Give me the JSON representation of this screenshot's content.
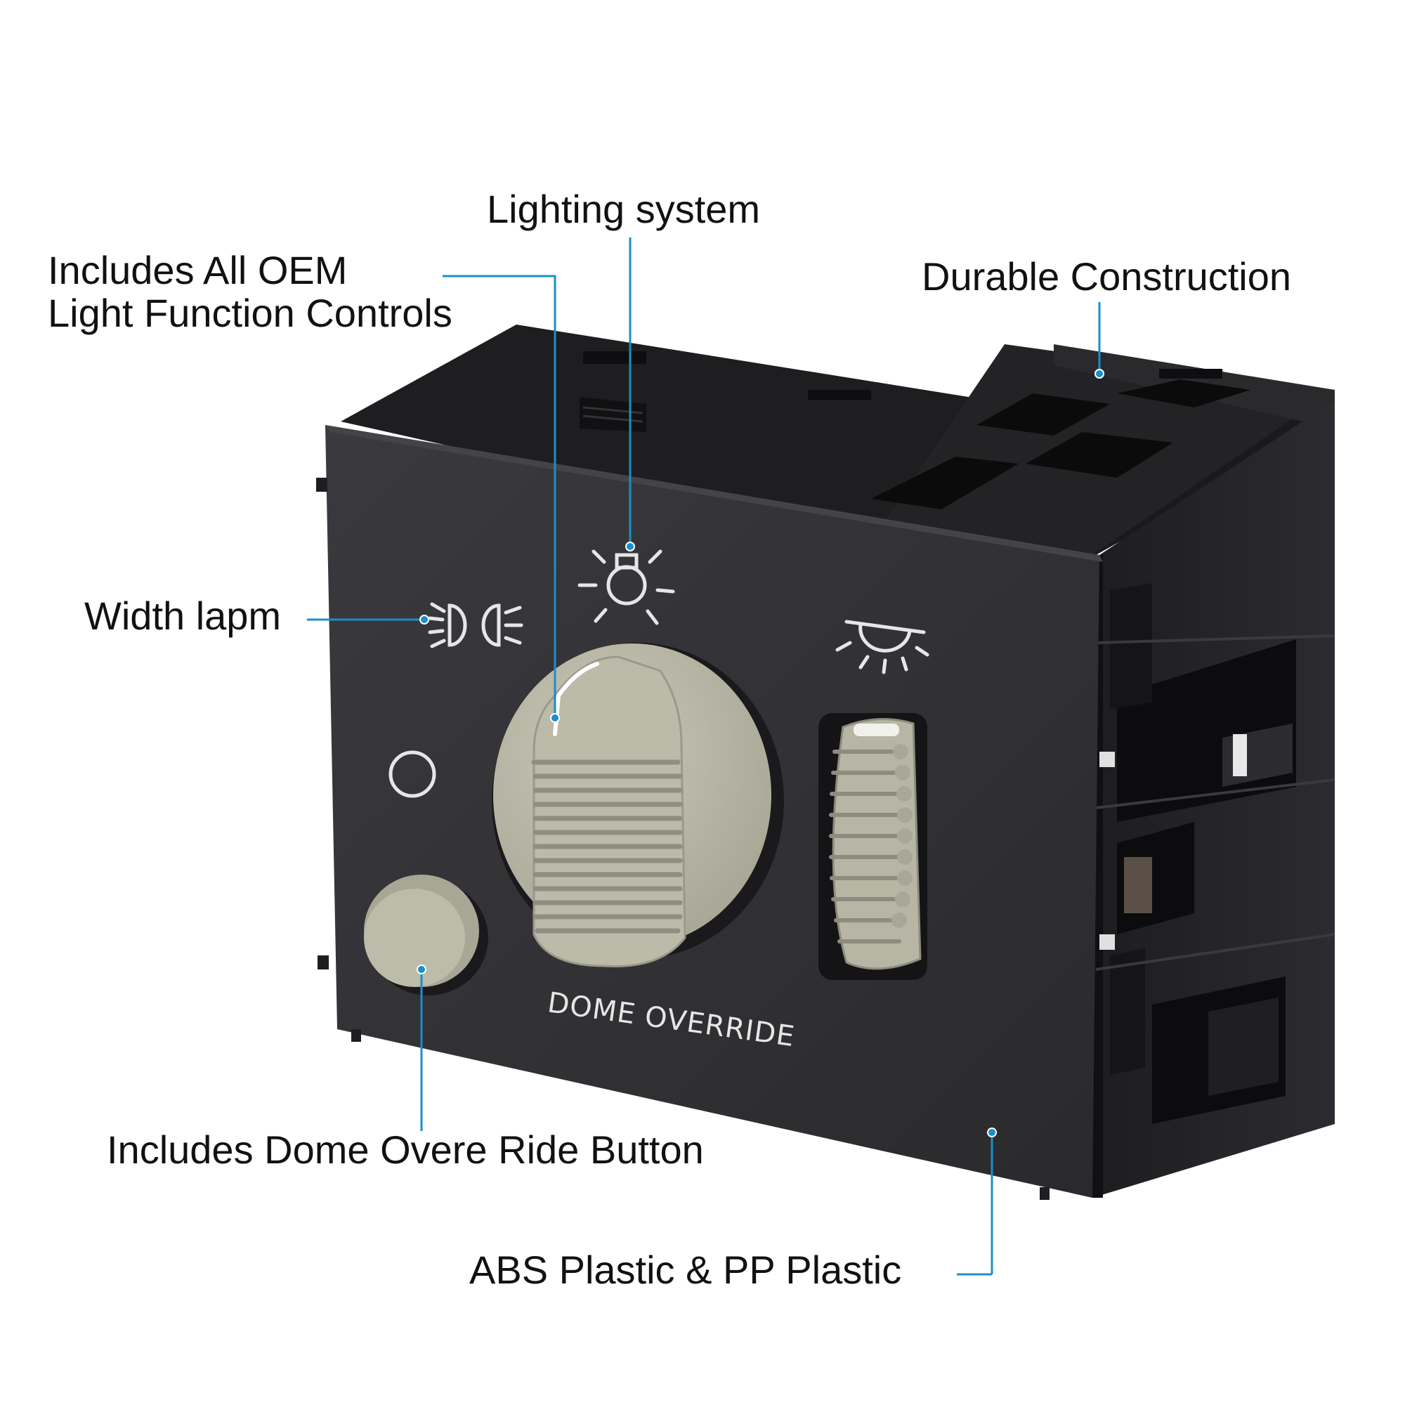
{
  "labels": {
    "lighting_system": "Lighting system",
    "oem_line1": "Includes All OEM",
    "oem_line2": "Light Function Controls",
    "durable_construction": "Durable Construction",
    "width_lamp": "Width lapm",
    "dome_button": "Includes Dome Overe Ride Button",
    "material": "ABS Plastic & PP Plastic"
  },
  "product": {
    "face_text": "DOME OVERRIDE",
    "icons": [
      "parking-lamp-icon",
      "headlamp-bulb-icon",
      "dome-light-icon",
      "off-circle-icon"
    ]
  },
  "colors": {
    "housing": "#2b2b2e",
    "knob": "#b9b7a6",
    "callout_line": "#1a8fc9",
    "text": "#111111"
  }
}
